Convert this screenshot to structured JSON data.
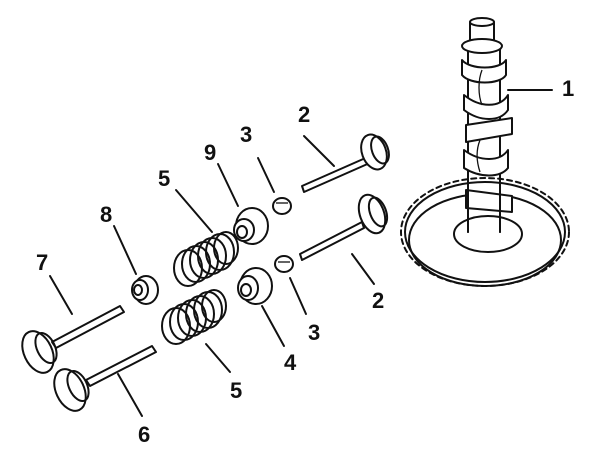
{
  "diagram": {
    "callouts": {
      "camshaft": "1",
      "intake_valve_upper": "2",
      "intake_valve_lower": "2",
      "retainer_lock_upper": "3",
      "retainer_lock_lower": "3",
      "spring_retainer": "4",
      "valve_spring_upper": "5",
      "valve_spring_lower": "5",
      "exhaust_valve": "6",
      "intake_valve_left": "7",
      "rotator": "8",
      "seal_cap": "9"
    },
    "colors": {
      "ink": "#111111",
      "paper": "#ffffff"
    }
  }
}
